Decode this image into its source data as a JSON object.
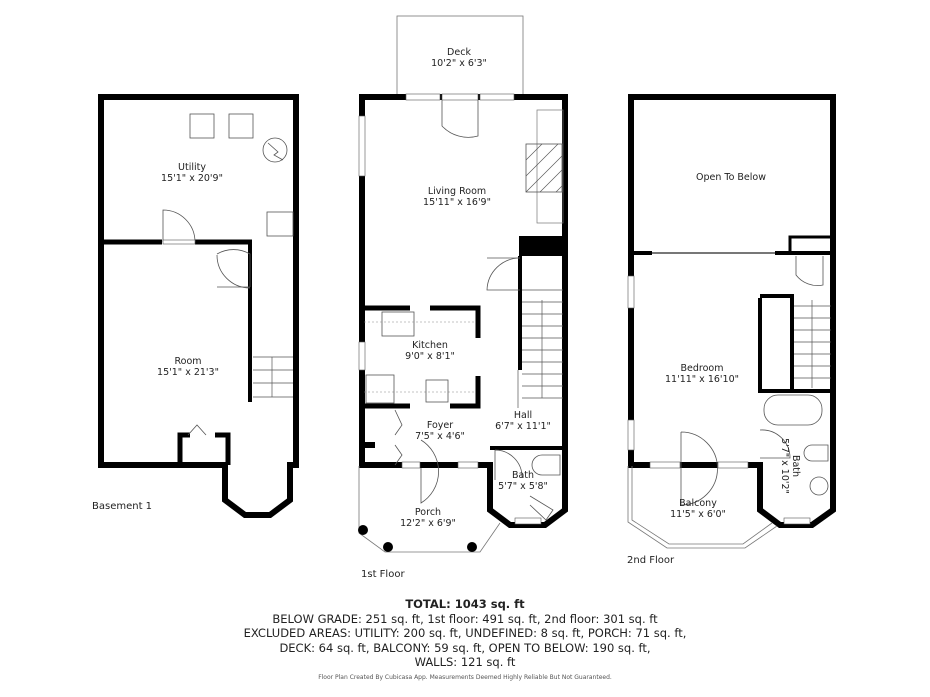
{
  "floors": [
    {
      "name": "Basement 1",
      "rooms": [
        {
          "name": "Utility",
          "size": "15'1\" x 20'9\""
        },
        {
          "name": "Room",
          "size": "15'1\" x 21'3\""
        }
      ]
    },
    {
      "name": "1st Floor",
      "rooms": [
        {
          "name": "Deck",
          "size": "10'2\" x 6'3\""
        },
        {
          "name": "Living Room",
          "size": "15'11\" x 16'9\""
        },
        {
          "name": "Kitchen",
          "size": "9'0\" x 8'1\""
        },
        {
          "name": "Hall",
          "size": "6'7\" x 11'1\""
        },
        {
          "name": "Foyer",
          "size": "7'5\" x 4'6\""
        },
        {
          "name": "Bath",
          "size": "5'7\" x 5'8\""
        },
        {
          "name": "Porch",
          "size": "12'2\" x 6'9\""
        }
      ]
    },
    {
      "name": "2nd Floor",
      "rooms": [
        {
          "name": "Open To Below",
          "size": ""
        },
        {
          "name": "Bedroom",
          "size": "11'11\" x 16'10\""
        },
        {
          "name": "Bath",
          "size": "5'7\" x 10'2\""
        },
        {
          "name": "Balcony",
          "size": "11'5\" x 6'0\""
        }
      ]
    }
  ],
  "summary": {
    "total": "TOTAL: 1043 sq. ft",
    "line1": "BELOW GRADE: 251 sq. ft, 1st floor: 491 sq. ft, 2nd floor: 301 sq. ft",
    "line2": "EXCLUDED AREAS: UTILITY: 200 sq. ft, UNDEFINED: 8 sq. ft, PORCH: 71 sq. ft,",
    "line3": "DECK: 64 sq. ft, BALCONY: 59 sq. ft, OPEN TO BELOW: 190 sq. ft,",
    "line4": "WALLS: 121 sq. ft"
  },
  "footer": "Floor Plan Created By Cubicasa App. Measurements Deemed Highly Reliable But Not Guaranteed.",
  "colors": {
    "wall": "#000000",
    "line": "#555555",
    "background": "#ffffff"
  }
}
